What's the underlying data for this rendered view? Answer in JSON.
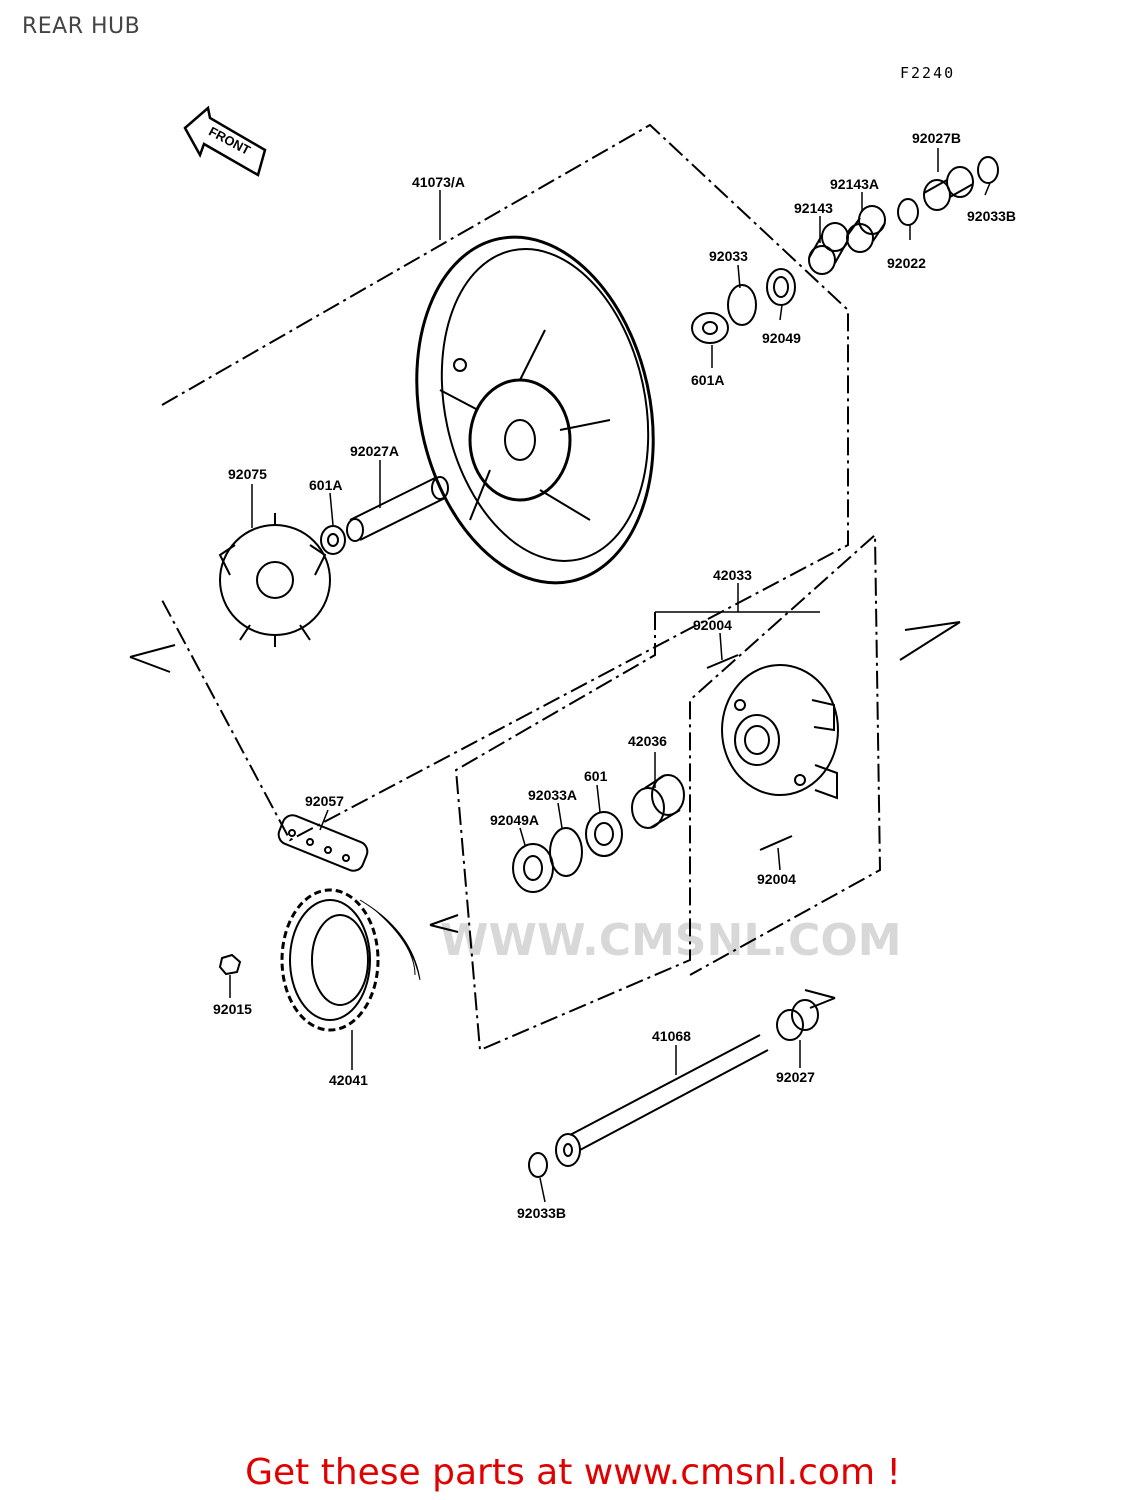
{
  "header": {
    "title": "REAR HUB",
    "figure_code": "F2240"
  },
  "front_arrow": {
    "label": "FRONT"
  },
  "parts": {
    "p41073A": "41073/A",
    "p92027B": "92027B",
    "p92143A": "92143A",
    "p92143": "92143",
    "p92033B_top": "92033B",
    "p92022": "92022",
    "p92033": "92033",
    "p92049": "92049",
    "p601A_right": "601A",
    "p92075": "92075",
    "p92027A": "92027A",
    "p601A_left": "601A",
    "p42033": "42033",
    "p92004_top": "92004",
    "p42036": "42036",
    "p601": "601",
    "p92033A": "92033A",
    "p92049A": "92049A",
    "p92057": "92057",
    "p92004_bottom": "92004",
    "p92015": "92015",
    "p42041": "42041",
    "p41068": "41068",
    "p92027": "92027",
    "p92033B_bottom": "92033B"
  },
  "watermark": {
    "text": "WWW.CMSNL.COM"
  },
  "footer": {
    "text": "Get these parts at www.cmsnl.com !"
  },
  "colors": {
    "line": "#000000",
    "footer": "#e00000",
    "watermark": "#d8d8d8"
  }
}
